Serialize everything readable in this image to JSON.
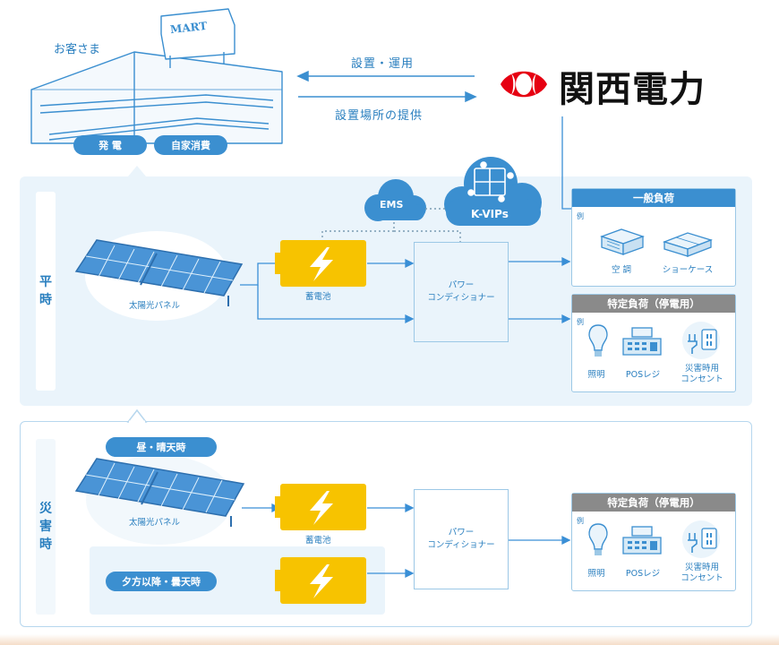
{
  "customer": {
    "label": "お客さま",
    "building_sign": "MART",
    "pill_generation": "発 電",
    "pill_self_consumption": "自家消費"
  },
  "arrows": {
    "top_label": "設置・運用",
    "bottom_label": "設置場所の提供"
  },
  "company": {
    "name": "関西電力",
    "logo_color": "#e60012"
  },
  "cloud": {
    "ems": "EMS",
    "kvips": "K-VIPs"
  },
  "normal": {
    "section_label": [
      "平",
      "時"
    ],
    "solar_panel": "太陽光パネル",
    "battery": "蓄電池",
    "pcs": [
      "パワー",
      "コンディショナー"
    ],
    "general_load": {
      "title": "一般負荷",
      "example": "例",
      "items": [
        "空 調",
        "ショーケース"
      ]
    },
    "specific_load": {
      "title": "特定負荷（停電用）",
      "example": "例",
      "items": [
        "照明",
        "POSレジ",
        "災害時用\nコンセント"
      ]
    }
  },
  "disaster": {
    "section_label": [
      "災",
      "害",
      "時"
    ],
    "daytime": "昼・晴天時",
    "evening": "夕方以降・曇天時",
    "solar_panel": "太陽光パネル",
    "battery": "蓄電池",
    "pcs": [
      "パワー",
      "コンディショナー"
    ],
    "specific_load": {
      "title": "特定負荷（停電用）",
      "example": "例",
      "items": [
        "照明",
        "POSレジ",
        "災害時用\nコンセント"
      ]
    }
  },
  "colors": {
    "blue": "#3b8fd0",
    "line": "#3a8fd6",
    "battery": "#f7c300",
    "gray": "#8a8a8a",
    "panel_bg": "#eaf4fb"
  }
}
